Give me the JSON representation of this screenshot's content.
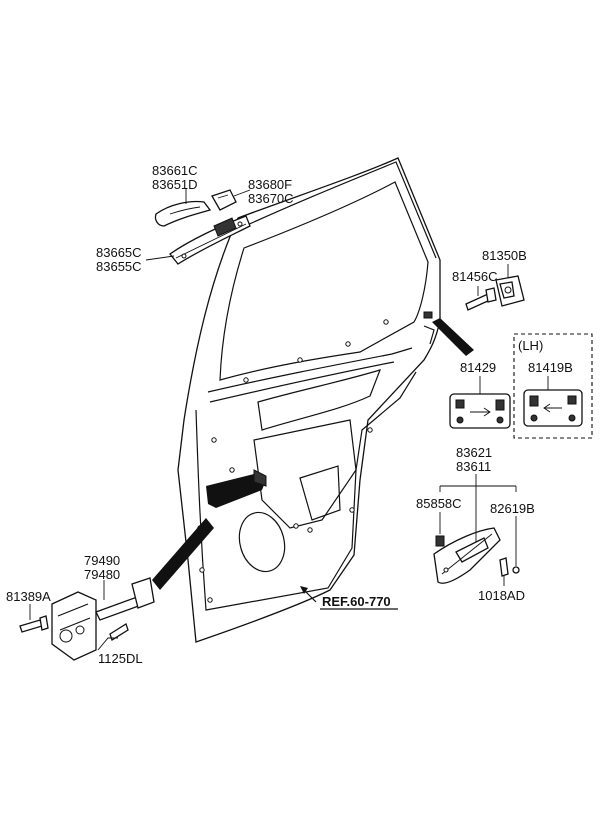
{
  "labels": {
    "p83661C": "83661C",
    "p83651D": "83651D",
    "p83680F": "83680F",
    "p83670C": "83670C",
    "p83665C": "83665C",
    "p83655C": "83655C",
    "p81350B": "81350B",
    "p81456C": "81456C",
    "p81429": "81429",
    "lh": "(LH)",
    "p81419B": "81419B",
    "p83621": "83621",
    "p83611": "83611",
    "p85858C": "85858C",
    "p82619B": "82619B",
    "p1018AD": "1018AD",
    "p79490": "79490",
    "p79480": "79480",
    "p81389A": "81389A",
    "p1125DL": "1125DL",
    "ref": "REF.60-770"
  },
  "icons": [
    "door-panel-icon",
    "outside-handle-icon",
    "handle-base-icon",
    "handle-cover-icon",
    "door-striker-icon",
    "bolt-icon",
    "child-lock-label-icon",
    "inside-handle-icon",
    "door-checker-icon"
  ]
}
